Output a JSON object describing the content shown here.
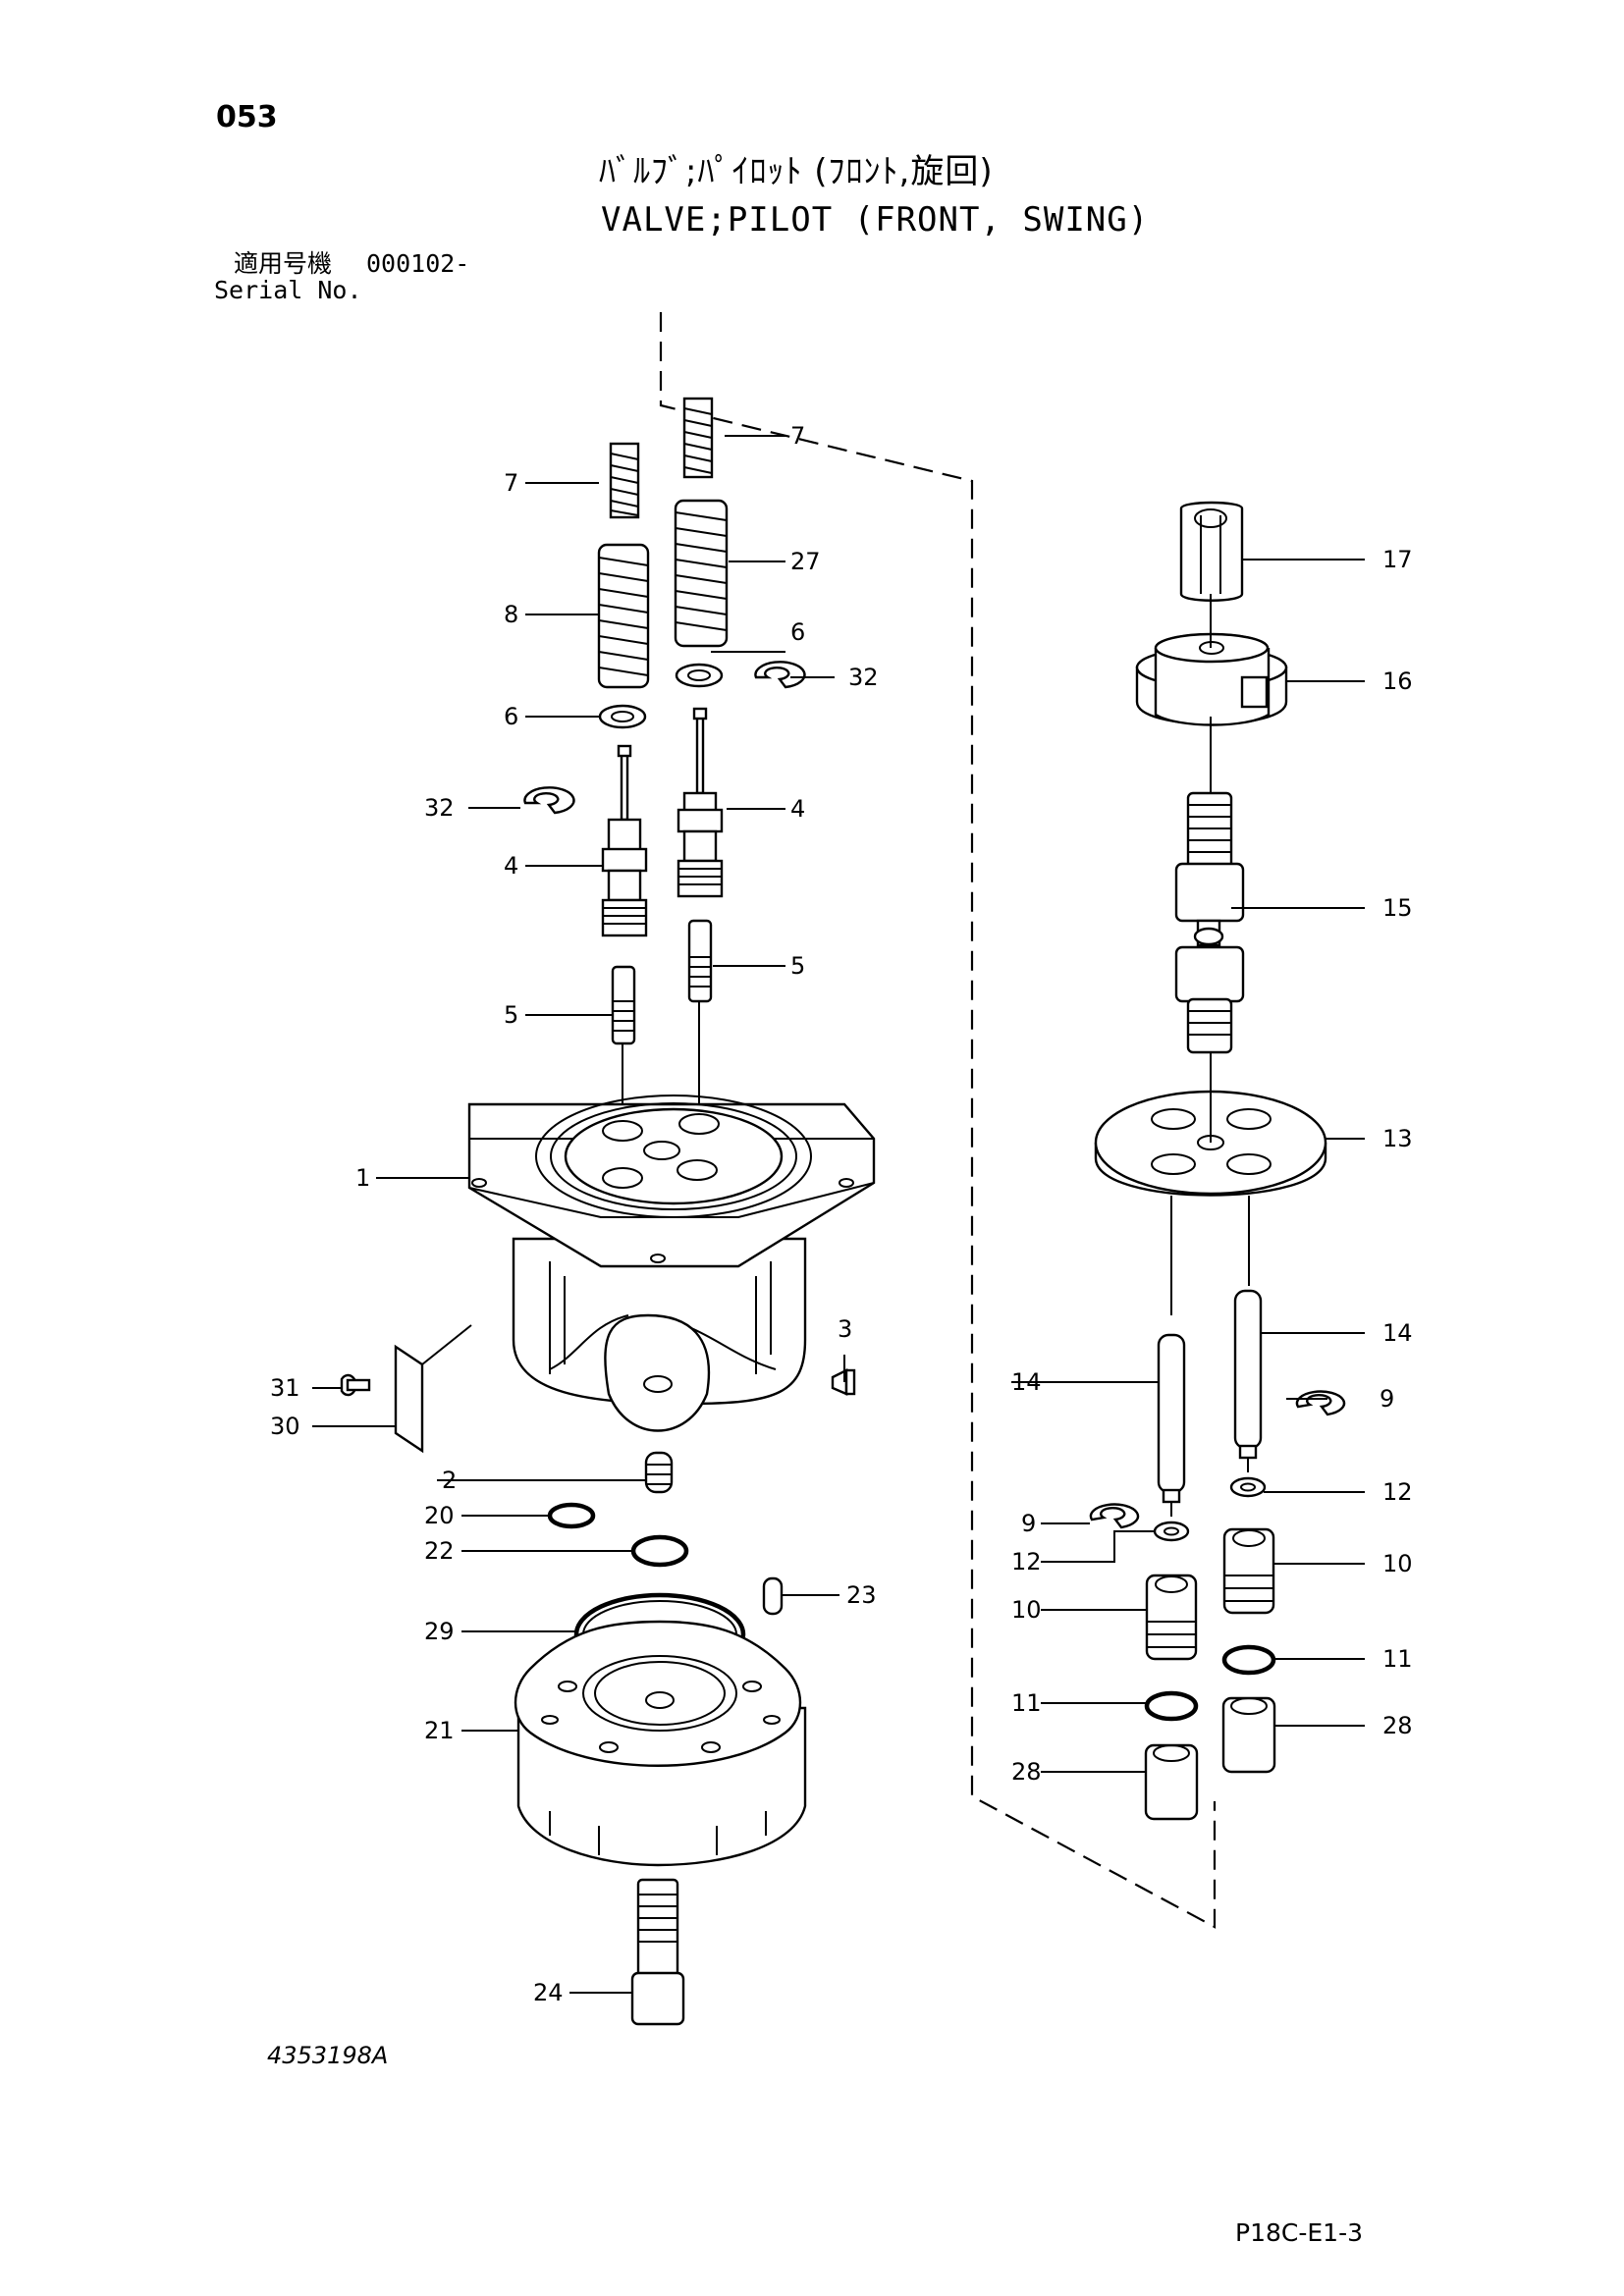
{
  "header": {
    "page_number": "053",
    "title_jp": "ﾊﾞﾙﾌﾞ;ﾊﾟｲﾛｯﾄ (ﾌﾛﾝﾄ,旋回)",
    "title_en": "VALVE;PILOT (FRONT, SWING)",
    "serial_label_jp": "適用号機",
    "serial_value": "000102-",
    "serial_label_en": "Serial No."
  },
  "footer": {
    "drawing_number": "4353198A",
    "sheet_code": "P18C-E1-3"
  },
  "callouts": [
    "7",
    "7",
    "27",
    "8",
    "6",
    "6",
    "32",
    "32",
    "4",
    "4",
    "5",
    "5",
    "1",
    "17",
    "16",
    "15",
    "13",
    "14",
    "14",
    "9",
    "9",
    "12",
    "12",
    "10",
    "10",
    "11",
    "11",
    "28",
    "28",
    "3",
    "31",
    "30",
    "2",
    "20",
    "22",
    "23",
    "29",
    "21",
    "24"
  ]
}
